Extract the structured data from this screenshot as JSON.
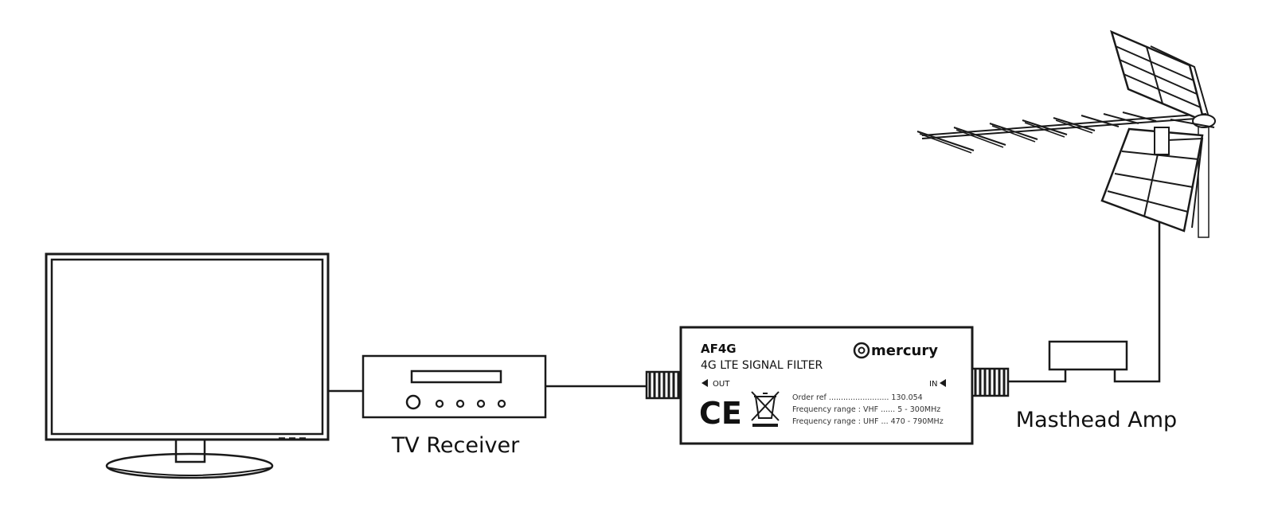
{
  "labels": {
    "tv_receiver": "TV Receiver",
    "masthead_amp": "Masthead Amp"
  },
  "filter": {
    "model": "AF4G",
    "name": "4G LTE SIGNAL FILTER",
    "brand": "mercury",
    "out_label": "OUT",
    "in_label": "IN",
    "ce_mark": "CE",
    "spec_line_1": "Order ref ......................... 130.054",
    "spec_line_2": "Frequency range : VHF ...... 5 - 300MHz",
    "spec_line_3": "Frequency range : UHF ... 470 - 790MHz"
  },
  "colors": {
    "line": "#1a1a1a",
    "background": "#ffffff"
  }
}
